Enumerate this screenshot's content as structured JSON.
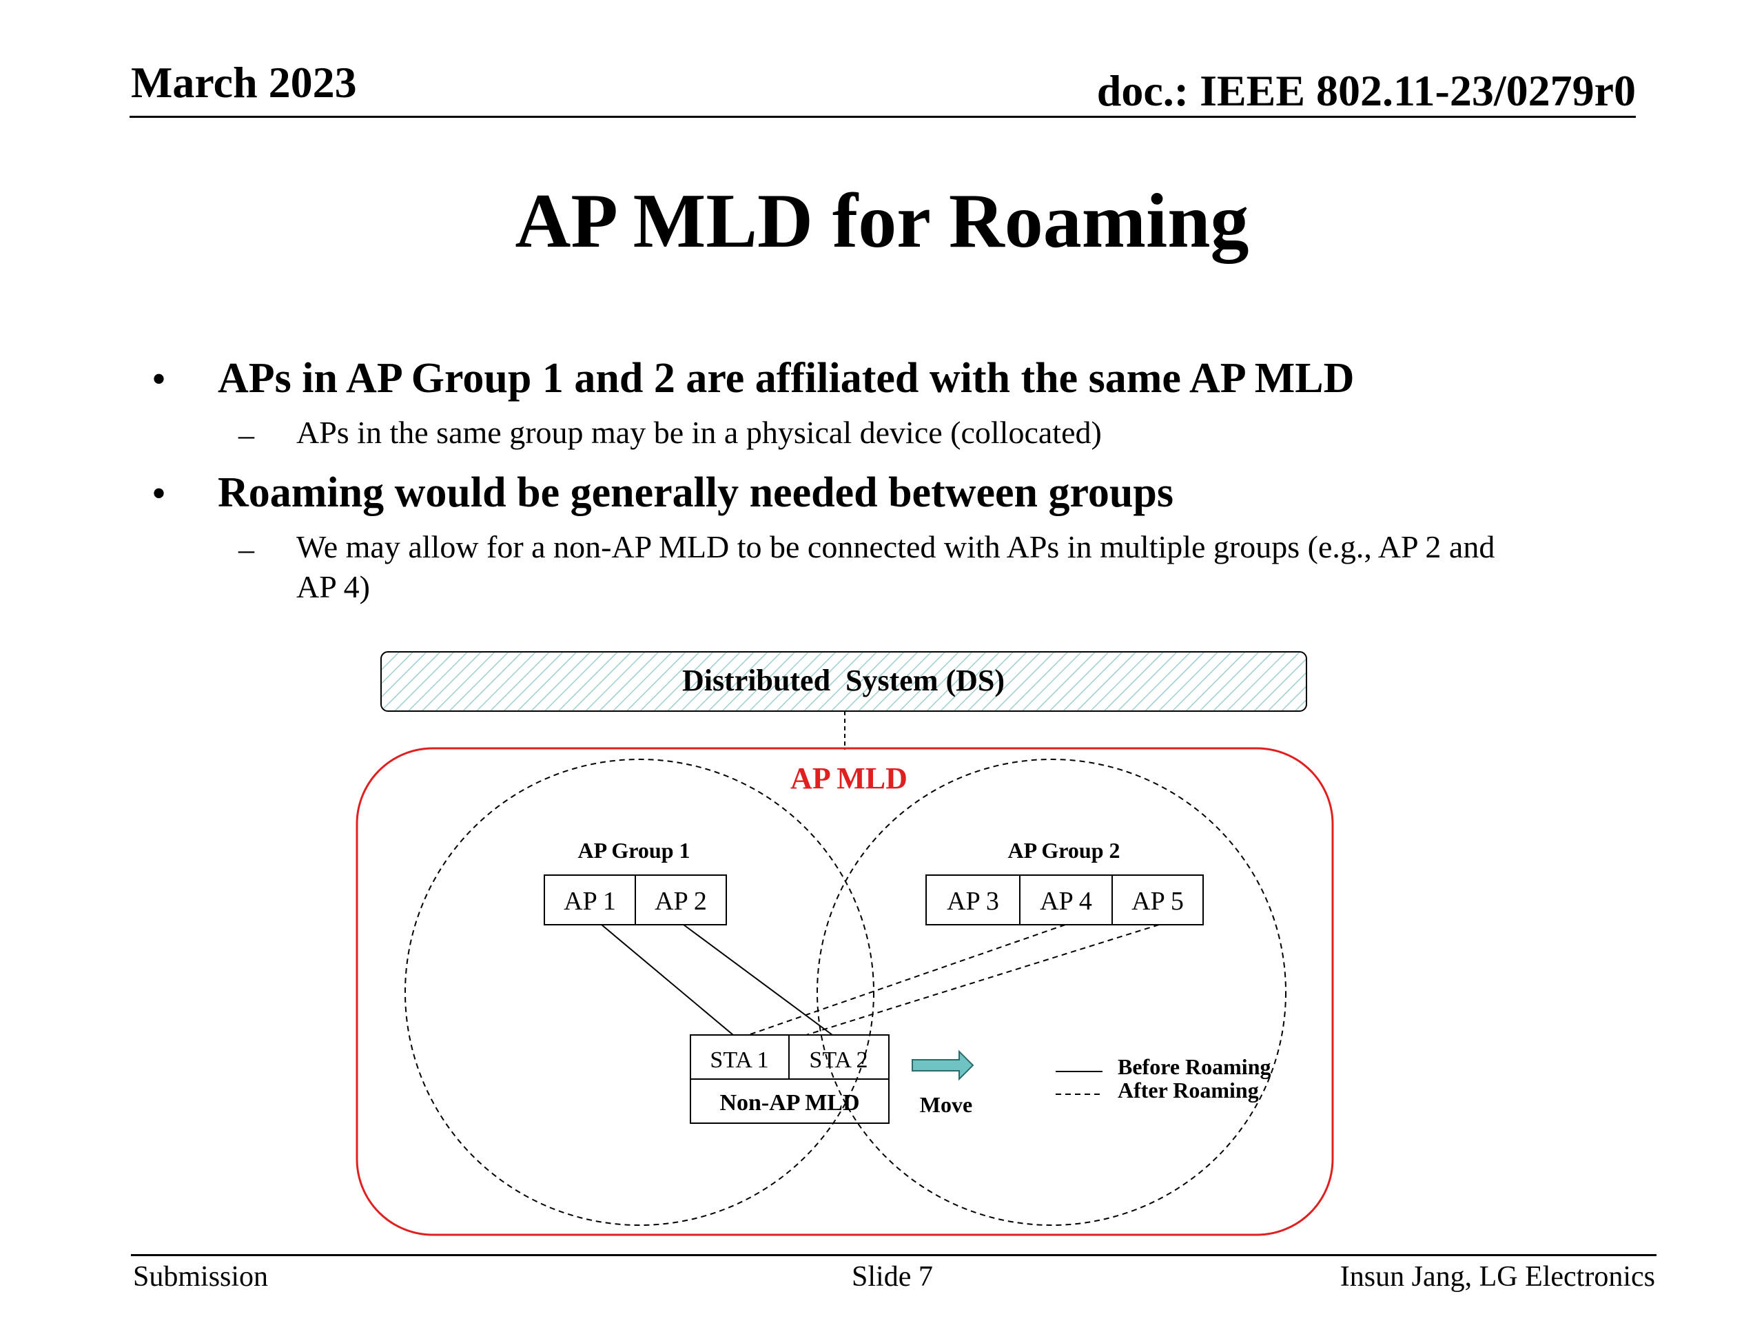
{
  "header": {
    "date": "March 2023",
    "doc": "doc.: IEEE 802.11-23/0279r0"
  },
  "title": "AP MLD for Roaming",
  "bullets": [
    {
      "text": "APs in AP Group 1 and 2 are affiliated with the same AP MLD",
      "sub": [
        "APs in the same group may be in a physical device (collocated)"
      ]
    },
    {
      "text": "Roaming would be generally needed between groups",
      "sub": [
        "We may allow for a non-AP MLD to be connected with APs in multiple groups (e.g., AP 2 and",
        "AP 4)"
      ]
    }
  ],
  "diagram": {
    "ds_label": "Distributed  System (DS)",
    "ap_mld_label": "AP MLD",
    "group1": {
      "label": "AP Group 1",
      "aps": [
        "AP 1",
        "AP 2"
      ]
    },
    "group2": {
      "label": "AP Group 2",
      "aps": [
        "AP 3",
        "AP 4",
        "AP 5"
      ]
    },
    "stas": [
      "STA 1",
      "STA 2"
    ],
    "non_ap_mld_label": "Non-AP MLD",
    "move_label": "Move",
    "legend": {
      "solid": "Before Roaming",
      "dashed": "After Roaming"
    },
    "colors": {
      "ap_mld": "#e02020",
      "arrow_fill": "#6fc3c3",
      "ds_hatch": "#9ecfcf"
    }
  },
  "footer": {
    "left": "Submission",
    "center": "Slide 7",
    "right": "Insun Jang, LG Electronics"
  }
}
